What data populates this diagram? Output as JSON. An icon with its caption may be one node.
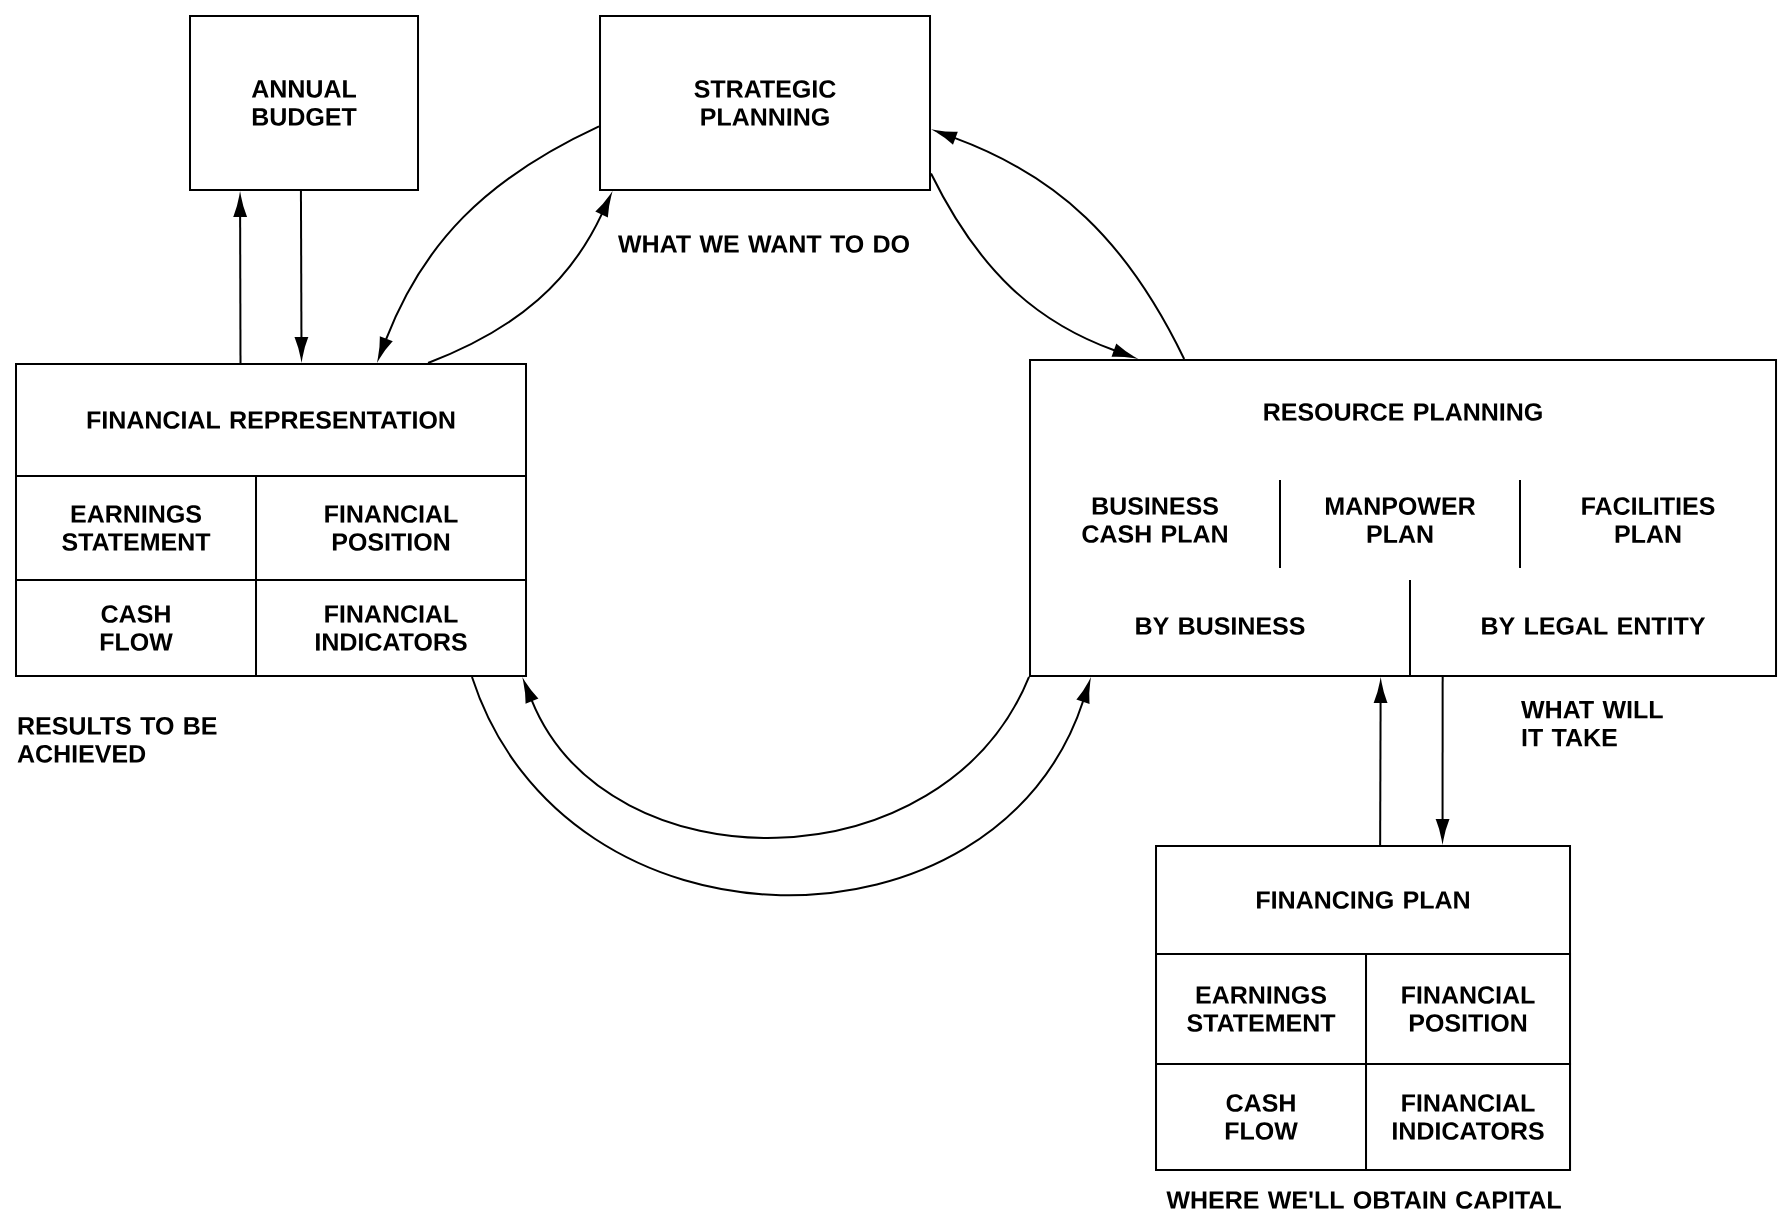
{
  "diagram": {
    "nodes": [
      {
        "text": [
          "ANNUAL BUDGET"
        ]
      },
      {
        "text": [
          "STRATEGIC PLANNING"
        ],
        "beside": [
          "WHAT WE WANT TO DO"
        ]
      },
      {
        "text": [
          "FINANCIAL REPRESENTATION"
        ],
        "beside": [
          "RESULTS TO BE ACHIEVED"
        ]
      },
      {
        "text": [
          "EARNINGS STATEMENT"
        ],
        "in": 2
      },
      {
        "text": [
          "FINANCIAL POSITION"
        ],
        "in": 2
      },
      {
        "text": [
          "CASH FLOW"
        ],
        "in": 2
      },
      {
        "text": [
          "FINANCIAL INDICATORS"
        ],
        "in": 2
      },
      {
        "text": [
          "RESOURCE PLANNING"
        ],
        "beside": [
          "WHAT WILL IT TAKE"
        ]
      },
      {
        "text": [
          "BUSINESS CASH PLAN"
        ],
        "in": 7
      },
      {
        "text": [
          "MANPOWER PLAN"
        ],
        "in": 7
      },
      {
        "text": [
          "FACILITIES PLAN"
        ],
        "in": 7
      },
      {
        "text": [
          "BY BUSINESS"
        ],
        "in": 7
      },
      {
        "text": [
          "BY LEGAL ENTITY"
        ],
        "in": 7
      },
      {
        "text": [
          "FINANCING PLAN"
        ],
        "beside": [
          "WHERE WE'LL OBTAIN CAPITAL"
        ]
      },
      {
        "text": [
          "EARNINGS STATEMENT"
        ],
        "in": 13
      },
      {
        "text": [
          "FINANCIAL POSITION"
        ],
        "in": 13
      },
      {
        "text": [
          "CASH FLOW"
        ],
        "in": 13
      },
      {
        "text": [
          "FINANCIAL INDICATORS"
        ],
        "in": 13
      }
    ],
    "edges": [
      {
        "from": 2,
        "to": 0,
        "arrow": "to"
      },
      {
        "from": 0,
        "to": 2,
        "arrow": "to"
      },
      {
        "from": 1,
        "to": 2,
        "arrow": "to"
      },
      {
        "from": 2,
        "to": 1,
        "arrow": "to"
      },
      {
        "from": 7,
        "to": 1,
        "arrow": "to"
      },
      {
        "from": 1,
        "to": 7,
        "arrow": "to"
      },
      {
        "from": 2,
        "to": 7,
        "arrow": "to"
      },
      {
        "from": 7,
        "to": 2,
        "arrow": "to"
      },
      {
        "from": 13,
        "to": 7,
        "arrow": "to"
      },
      {
        "from": 7,
        "to": 13,
        "arrow": "to"
      }
    ]
  }
}
